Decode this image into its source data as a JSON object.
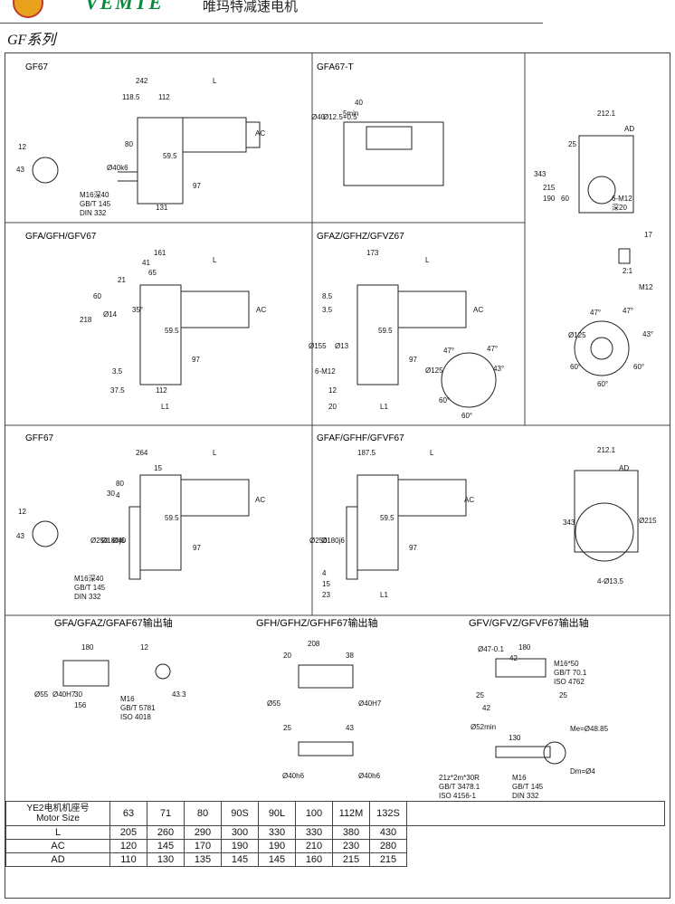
{
  "header": {
    "brand": "VEMTE",
    "company": "唯玛特减速电机",
    "series": "GF系列"
  },
  "panels": {
    "gf67": {
      "title": "GF67",
      "dims": [
        "242",
        "118.5",
        "112",
        "L",
        "80",
        "Ø40k6",
        "12",
        "43",
        "59.5",
        "AC",
        "97",
        "131",
        "M16深40",
        "GB/T 145",
        "DIN 332"
      ]
    },
    "gfa67t": {
      "title": "GFA67-T",
      "dims": [
        "40",
        "Ø40",
        "Ø12.5+0.5",
        "5min"
      ]
    },
    "side1": {
      "dims": [
        "212.1",
        "AD",
        "343",
        "215",
        "190",
        "25",
        "60",
        "6-M12",
        "深20"
      ]
    },
    "gfa": {
      "title": "GFA/GFH/GFV67",
      "dims": [
        "161",
        "L",
        "41",
        "65",
        "21",
        "60",
        "218",
        "Ø14",
        "35°",
        "59.5",
        "AC",
        "3.5",
        "97",
        "37.5",
        "112",
        "L1"
      ]
    },
    "gfaz": {
      "title": "GFAZ/GFHZ/GFVZ67",
      "dims": [
        "173",
        "L",
        "8.5",
        "3.5",
        "Ø155",
        "Ø13",
        "6-M12",
        "59.5",
        "AC",
        "97",
        "12",
        "20",
        "L1",
        "47°",
        "47°",
        "43°",
        "60°",
        "60°",
        "Ø125"
      ]
    },
    "side2": {
      "dims": [
        "17",
        "2:1",
        "M12",
        "47°",
        "47°",
        "43°",
        "Ø125",
        "60°",
        "60°",
        "60°"
      ]
    },
    "gff67": {
      "title": "GFF67",
      "dims": [
        "264",
        "L",
        "15",
        "80",
        "30",
        "4",
        "Ø250",
        "Ø180j6",
        "Ø40",
        "59.5",
        "AC",
        "97",
        "12",
        "43",
        "M16深40",
        "GB/T 145",
        "DIN 332"
      ]
    },
    "gfaf": {
      "title": "GFAF/GFHF/GFVF67",
      "dims": [
        "187.5",
        "L",
        "Ø250",
        "Ø180j6",
        "59.5",
        "AC",
        "97",
        "4",
        "15",
        "23",
        "L1"
      ]
    },
    "side3": {
      "dims": [
        "212.1",
        "AD",
        "343",
        "Ø215",
        "4-Ø13.5"
      ]
    },
    "shaft1": {
      "title": "GFA/GFAZ/GFAF67输出轴",
      "dims": [
        "180",
        "12",
        "Ø55",
        "Ø40H7",
        "30",
        "156",
        "43.3",
        "M16",
        "GB/T 5781",
        "ISO 4018"
      ]
    },
    "shaft2": {
      "title": "GFH/GFHZ/GFHF67输出轴",
      "dims": [
        "208",
        "20",
        "38",
        "Ø55",
        "Ø40H7",
        "25",
        "43",
        "Ø40h6",
        "Ø40h6"
      ]
    },
    "shaft3": {
      "title": "GFV/GFVZ/GFVF67输出轴",
      "dims": [
        "Ø47-0.1",
        "180",
        "42",
        "M16*50",
        "GB/T 70.1",
        "ISO 4762",
        "25",
        "25",
        "42",
        "Ø52min",
        "130",
        "Me=Ø48.85",
        "21z*2m*30R",
        "GB/T 3478.1",
        "ISO 4156-1",
        "M16",
        "GB/T 145",
        "DIN 332",
        "Dm=Ø4"
      ]
    }
  },
  "table": {
    "rows": [
      {
        "label": "YE2电机机座号\nMotor Size",
        "values": [
          "63",
          "71",
          "80",
          "90S",
          "90L",
          "100",
          "112M",
          "132S"
        ]
      },
      {
        "label": "L",
        "values": [
          "205",
          "260",
          "290",
          "300",
          "330",
          "330",
          "380",
          "430"
        ]
      },
      {
        "label": "AC",
        "values": [
          "120",
          "145",
          "170",
          "190",
          "190",
          "210",
          "230",
          "280"
        ]
      },
      {
        "label": "AD",
        "values": [
          "110",
          "130",
          "135",
          "145",
          "145",
          "160",
          "215",
          "215"
        ]
      }
    ]
  }
}
